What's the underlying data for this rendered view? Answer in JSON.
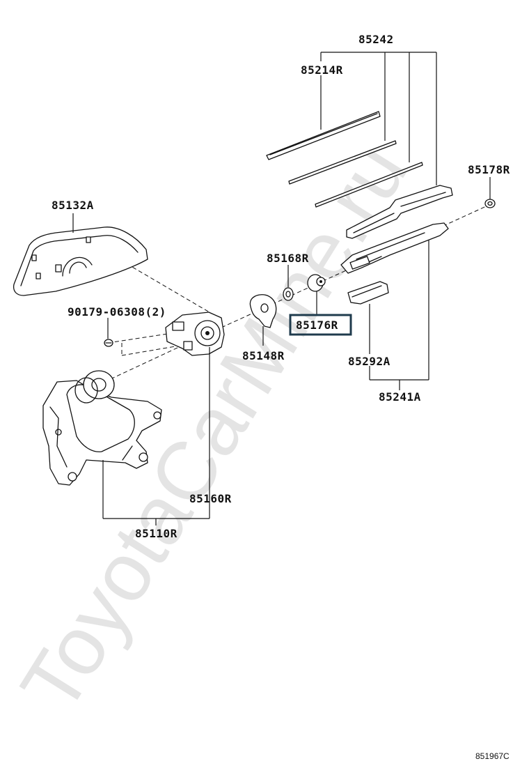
{
  "watermark": "ToyotaCarMine.ru",
  "diagram_code": "851967C",
  "parts": {
    "p85242": "85242",
    "p85214R": "85214R",
    "p85178R": "85178R",
    "p85132A": "85132A",
    "p85168R": "85168R",
    "p90179": "90179-06308(2)",
    "p85176R": "85176R",
    "p85148R": "85148R",
    "p85292A": "85292A",
    "p85241A": "85241A",
    "p85160R": "85160R",
    "p85110R": "85110R"
  },
  "highlighted_part": "85176R",
  "colors": {
    "highlight": "#1f3b4d",
    "line": "#111111",
    "watermark": "#e4e4e4"
  }
}
